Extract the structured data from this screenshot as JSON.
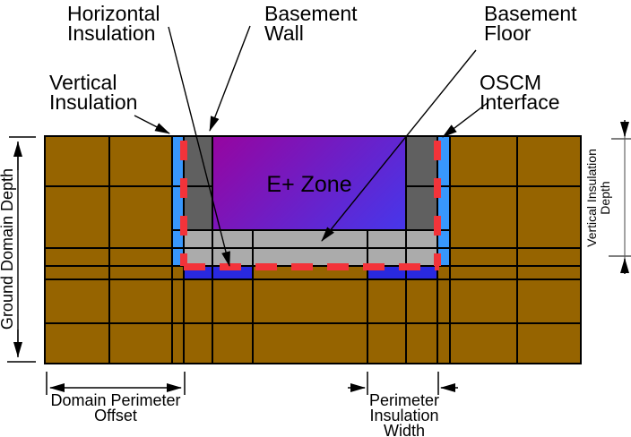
{
  "diagram": {
    "callouts": {
      "horizontal_insulation": "Horizontal\nInsulation",
      "basement_wall": "Basement\nWall",
      "basement_floor": "Basement\nFloor",
      "vertical_insulation": "Vertical\nInsulation",
      "oscm_interface": "OSCM\nInterface"
    },
    "zone_label": "E+ Zone",
    "dimension_labels": {
      "ground_domain_depth": "Ground Domain Depth",
      "vertical_insulation_depth": "Vertical Insulation\nDepth",
      "domain_perimeter_offset": "Domain Perimeter\nOffset",
      "perimeter_insulation_width": "Perimeter\nInsulation\nWidth"
    },
    "colors": {
      "ground": "#966400",
      "grid_line": "#000000",
      "vertical_insulation": "#3897FC",
      "basement_wall": "#606060",
      "basement_floor_slab": "#ABABAB",
      "horizontal_insulation": "#2929E0",
      "oscm_interface_dash": "#F3333A",
      "zone_gradient_start": "#9605A0",
      "zone_gradient_end": "#4637EB"
    }
  }
}
